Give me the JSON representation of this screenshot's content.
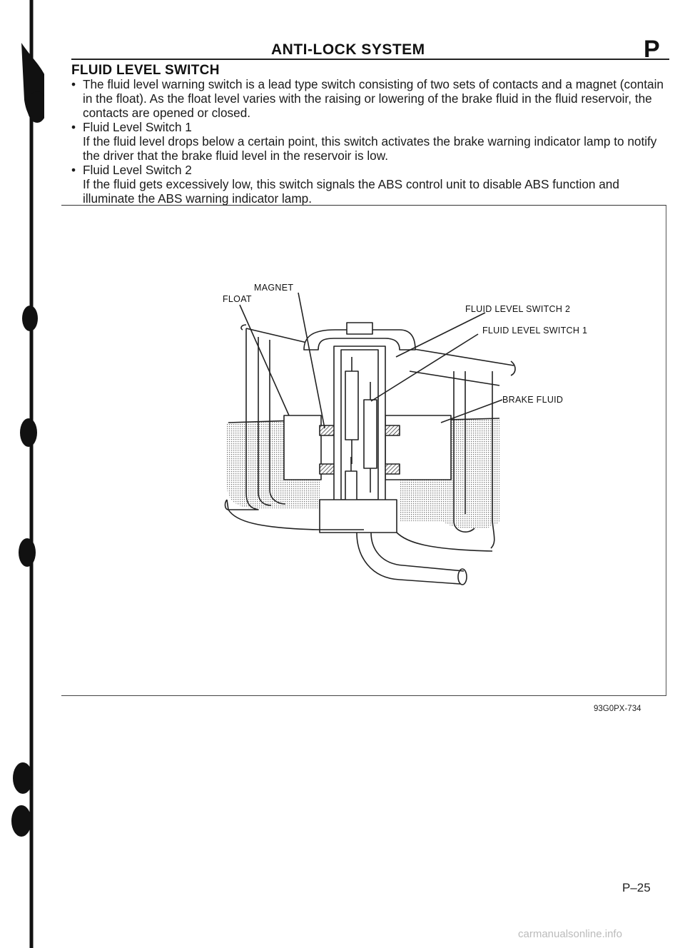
{
  "header": {
    "title": "ANTI-LOCK SYSTEM",
    "section_letter": "P"
  },
  "section": {
    "title": "FLUID LEVEL SWITCH"
  },
  "items": [
    {
      "bullet": "•",
      "head": "",
      "text": "The fluid level warning switch is a lead type switch consisting of two sets of contacts and a magnet (contain in the float). As the float level varies with the raising or lowering of the brake fluid in the fluid reservoir, the contacts are opened or closed."
    },
    {
      "bullet": "•",
      "head": "Fluid Level Switch 1",
      "text": "If the fluid level drops below a certain point, this switch activates the brake warning indicator lamp to notify the driver that the brake fluid level in the reservoir is low."
    },
    {
      "bullet": "•",
      "head": "Fluid Level Switch 2",
      "text": "If the fluid gets excessively low, this switch signals the ABS control unit to disable ABS function and illuminate the ABS warning indicator lamp."
    }
  ],
  "figure": {
    "labels": {
      "magnet": "MAGNET",
      "float": "FLOAT",
      "switch2": "FLUID LEVEL SWITCH 2",
      "switch1": "FLUID LEVEL SWITCH 1",
      "brake_fluid": "BRAKE FLUID"
    },
    "code": "93G0PX-734"
  },
  "page_number": "P–25",
  "watermark": "carmanualsonline.info"
}
